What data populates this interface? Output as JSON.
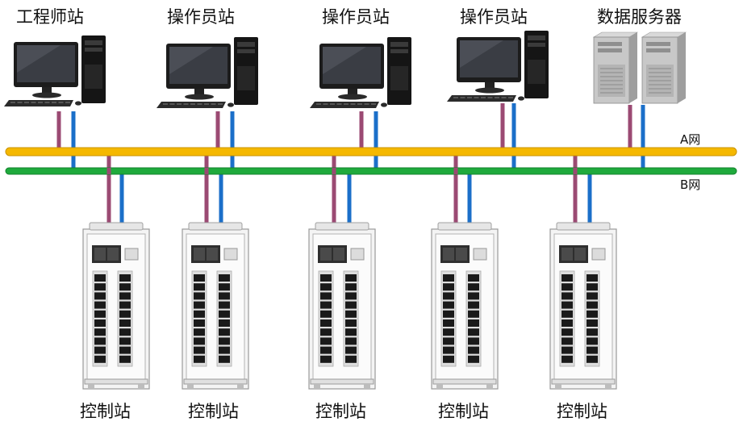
{
  "top_nodes": [
    {
      "label": "工程师站",
      "kind": "workstation",
      "icon": "desktop-computer-icon"
    },
    {
      "label": "操作员站",
      "kind": "workstation",
      "icon": "desktop-computer-icon"
    },
    {
      "label": "操作员站",
      "kind": "workstation",
      "icon": "desktop-computer-icon"
    },
    {
      "label": "操作员站",
      "kind": "workstation",
      "icon": "desktop-computer-icon"
    },
    {
      "label": "数据服务器",
      "kind": "server",
      "icon": "server-tower-icon"
    }
  ],
  "networks": [
    {
      "label": "A网",
      "color": "#f5b800"
    },
    {
      "label": "B网",
      "color": "#1faa3c"
    }
  ],
  "link_colors": {
    "a_link": "#9b4a73",
    "b_link": "#1b6fc9"
  },
  "control_stations": [
    {
      "label": "控制站",
      "icon": "control-cabinet-icon"
    },
    {
      "label": "控制站",
      "icon": "control-cabinet-icon"
    },
    {
      "label": "控制站",
      "icon": "control-cabinet-icon"
    },
    {
      "label": "控制站",
      "icon": "control-cabinet-icon"
    },
    {
      "label": "控制站",
      "icon": "control-cabinet-icon"
    }
  ]
}
